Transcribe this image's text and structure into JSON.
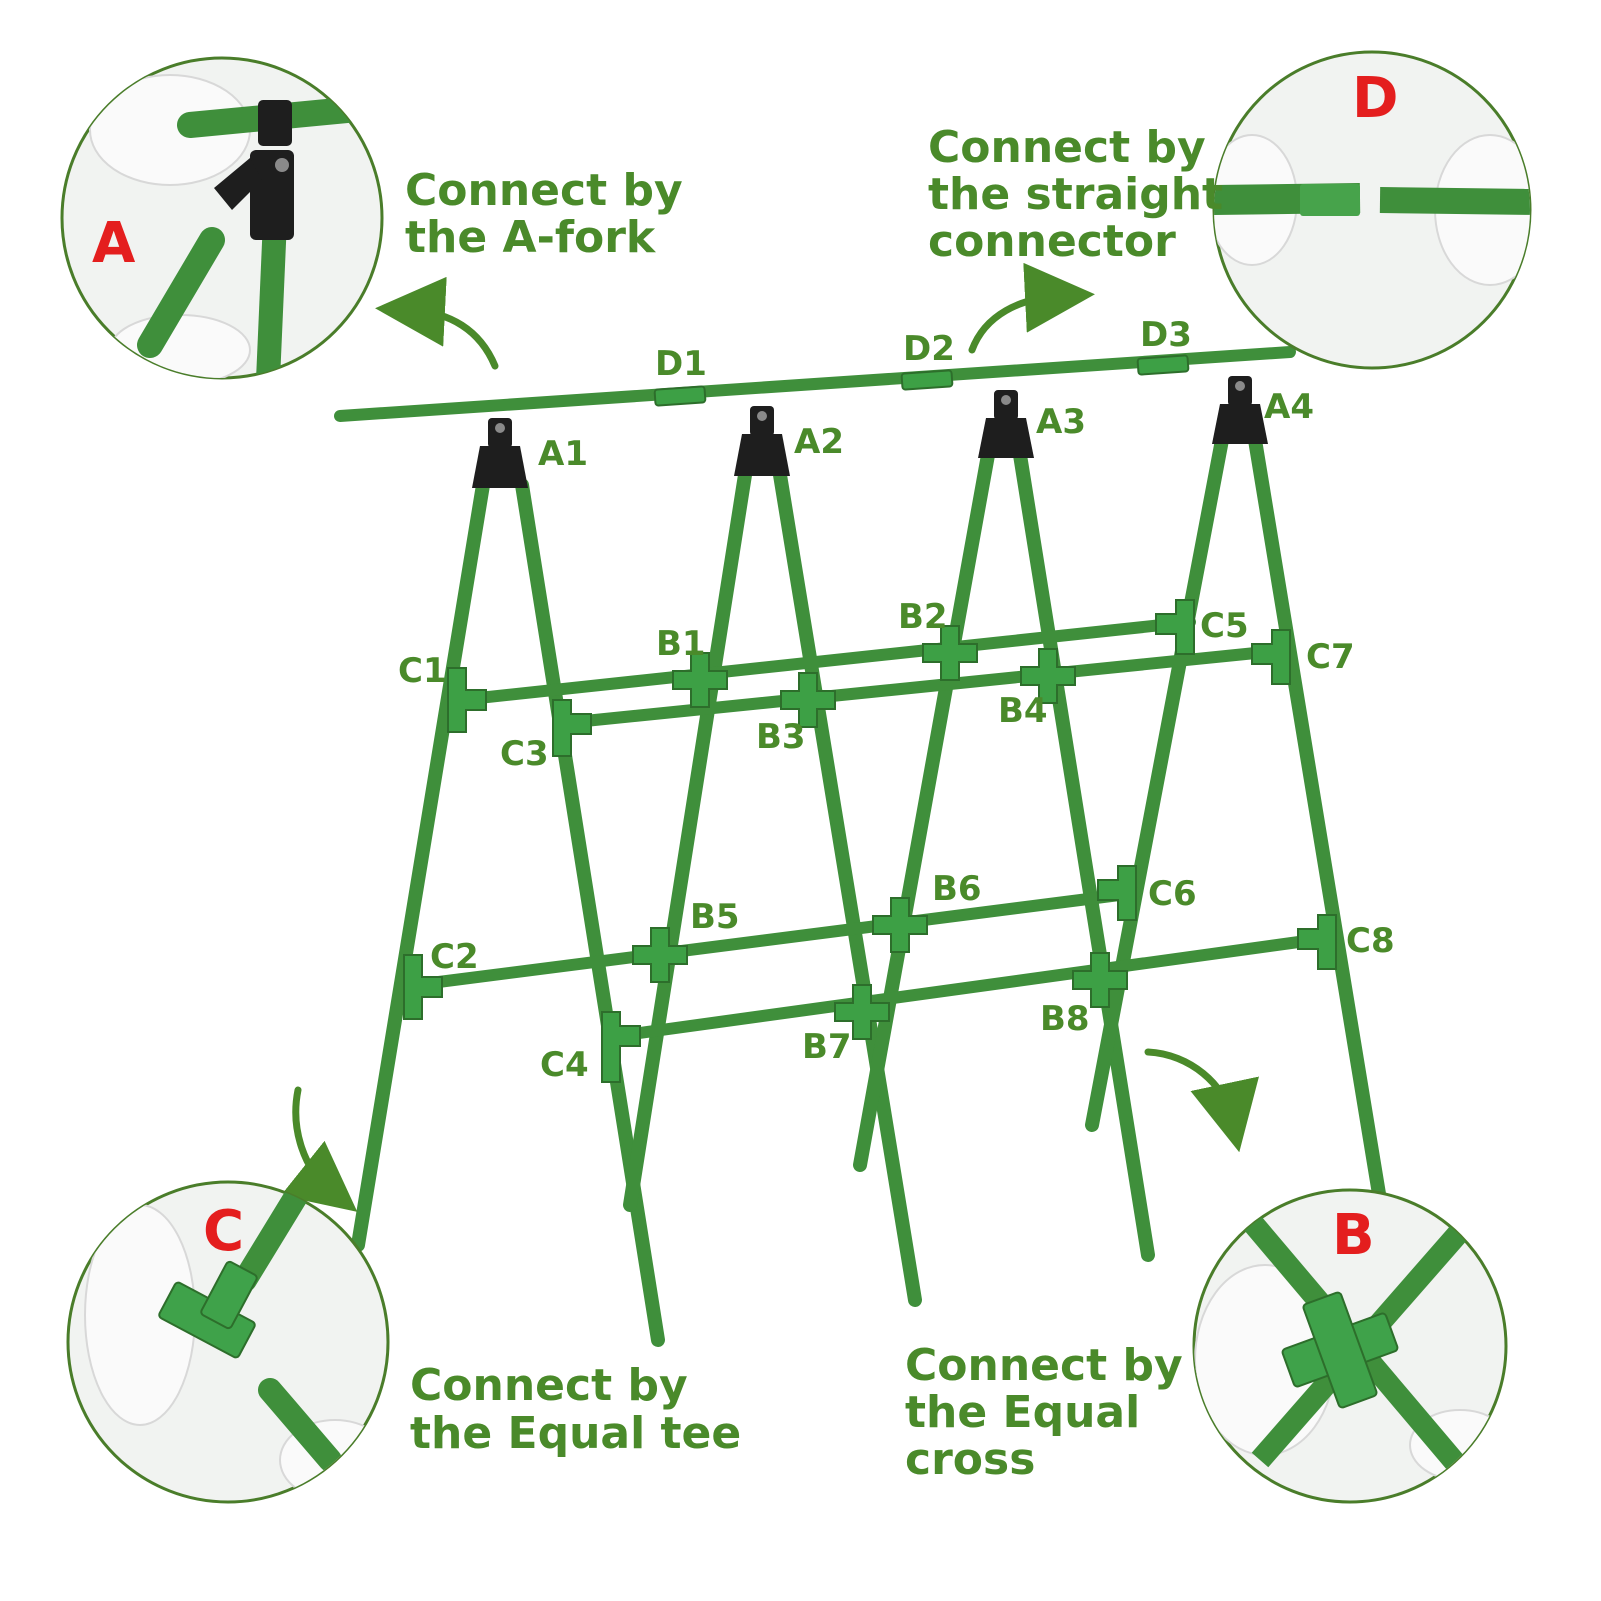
{
  "colors": {
    "pole": "#3f8f3b",
    "pole_dark": "#2d6e2b",
    "connector": "#3da045",
    "fork": "#1e1e1e",
    "label_green": "#4a8a2a",
    "letter_red": "#e41e1e",
    "circle_border": "#4a7d2a"
  },
  "callouts": {
    "a": {
      "letter": "A",
      "text_lines": [
        "Connect by",
        "the A-fork"
      ]
    },
    "d": {
      "letter": "D",
      "text_lines": [
        "Connect by",
        "the straight",
        "connector"
      ]
    },
    "c": {
      "letter": "C",
      "text_lines": [
        "Connect by",
        "the Equal tee"
      ]
    },
    "b": {
      "letter": "B",
      "text_lines": [
        "Connect by",
        "the Equal",
        "cross"
      ]
    }
  },
  "parts": {
    "A1": "A1",
    "A2": "A2",
    "A3": "A3",
    "A4": "A4",
    "B1": "B1",
    "B2": "B2",
    "B3": "B3",
    "B4": "B4",
    "B5": "B5",
    "B6": "B6",
    "B7": "B7",
    "B8": "B8",
    "C1": "C1",
    "C2": "C2",
    "C3": "C3",
    "C4": "C4",
    "C5": "C5",
    "C6": "C6",
    "C7": "C7",
    "C8": "C8",
    "D1": "D1",
    "D2": "D2",
    "D3": "D3"
  },
  "icons": {
    "arrow": "curved-arrow-icon",
    "fork": "a-fork-connector-icon",
    "tee": "equal-tee-connector-icon",
    "cross": "equal-cross-connector-icon"
  }
}
